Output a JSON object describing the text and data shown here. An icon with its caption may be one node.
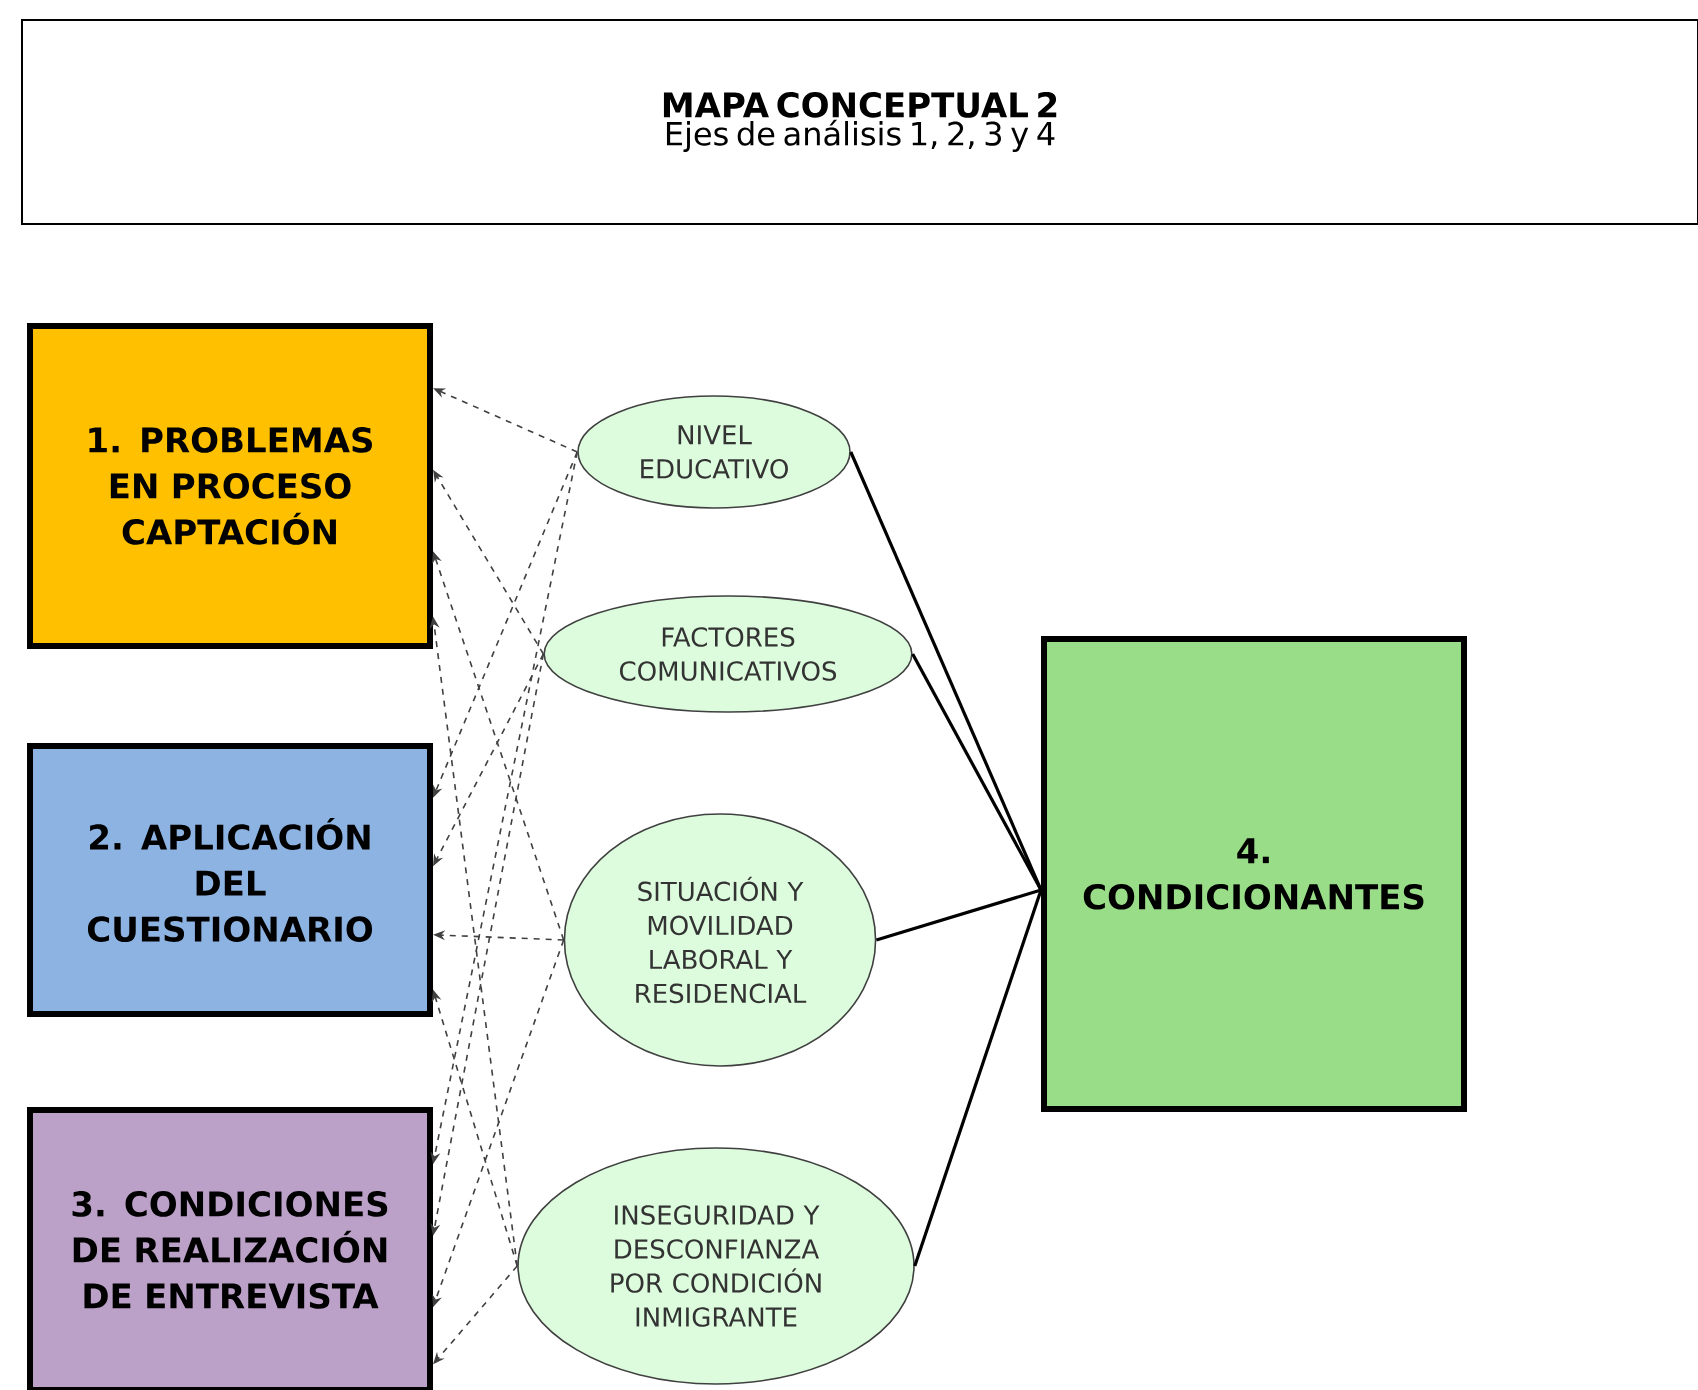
{
  "diagram": {
    "nodes": [
      {
        "text": [
          "MAPA CONCEPTUAL 2",
          "Ejes de análisis 1, 2, 3 y 4"
        ]
      },
      {
        "text": [
          "1.  PROBLEMAS EN PROCESO CAPTACIÓN"
        ]
      },
      {
        "text": [
          "2. APLICACIÓN DEL CUESTIONARIO"
        ]
      },
      {
        "text": [
          "3. CONDICIONES DE REALIZACIÓN DE ENTREVISTA"
        ]
      },
      {
        "text": [
          "NIVEL EDUCATIVO"
        ]
      },
      {
        "text": [
          "FACTORES COMUNICATIVOS"
        ]
      },
      {
        "text": [
          "SITUACIÓN Y MOVILIDAD LABORAL Y RESIDENCIAL"
        ]
      },
      {
        "text": [
          "INSEGURIDAD Y DESCONFIANZA POR CONDICIÓN INMIGRANTE"
        ]
      },
      {
        "text": [
          "4. CONDICIONANTES"
        ]
      }
    ],
    "edges": [
      {
        "from": 4,
        "to": 1,
        "arrow": "to",
        "style": "dashed"
      },
      {
        "from": 4,
        "to": 2,
        "arrow": "to",
        "style": "dashed"
      },
      {
        "from": 4,
        "to": 3,
        "arrow": "to",
        "style": "dashed"
      },
      {
        "from": 5,
        "to": 1,
        "arrow": "to",
        "style": "dashed"
      },
      {
        "from": 5,
        "to": 2,
        "arrow": "to",
        "style": "dashed"
      },
      {
        "from": 5,
        "to": 3,
        "arrow": "to",
        "style": "dashed"
      },
      {
        "from": 6,
        "to": 1,
        "arrow": "to",
        "style": "dashed"
      },
      {
        "from": 6,
        "to": 2,
        "arrow": "to",
        "style": "dashed"
      },
      {
        "from": 6,
        "to": 3,
        "arrow": "to",
        "style": "dashed"
      },
      {
        "from": 7,
        "to": 1,
        "arrow": "to",
        "style": "dashed"
      },
      {
        "from": 7,
        "to": 2,
        "arrow": "to",
        "style": "dashed"
      },
      {
        "from": 7,
        "to": 3,
        "arrow": "to",
        "style": "dashed"
      },
      {
        "from": 4,
        "to": 8,
        "arrow": "none"
      },
      {
        "from": 5,
        "to": 8,
        "arrow": "none"
      },
      {
        "from": 6,
        "to": 8,
        "arrow": "none"
      },
      {
        "from": 7,
        "to": 8,
        "arrow": "none"
      }
    ]
  }
}
